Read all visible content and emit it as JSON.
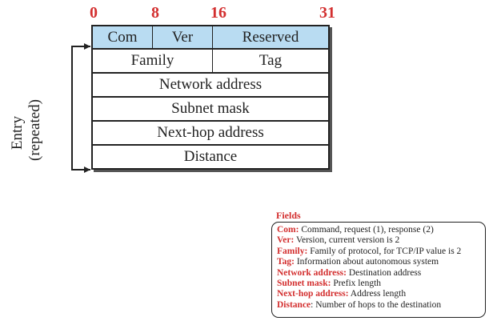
{
  "bit_positions": [
    "0",
    "8",
    "16",
    "31"
  ],
  "rows": {
    "header": {
      "com": "Com",
      "ver": "Ver",
      "reserved": "Reserved"
    },
    "family": "Family",
    "tag": "Tag",
    "network_address": "Network address",
    "subnet_mask": "Subnet mask",
    "next_hop_address": "Next-hop address",
    "distance": "Distance"
  },
  "entry_label": {
    "line1": "Entry",
    "line2": "(repeated)"
  },
  "fields": {
    "title": "Fields",
    "items": [
      {
        "key": "Com:",
        "desc": " Command, request (1), response (2)"
      },
      {
        "key": "Ver:",
        "desc": " Version, current version is 2"
      },
      {
        "key": "Family:",
        "desc": "  Family of protocol, for TCP/IP value is 2"
      },
      {
        "key": "Tag:",
        "desc": " Information about autonomous system"
      },
      {
        "key": "Network address:",
        "desc": " Destination address"
      },
      {
        "key": "Subnet mask:",
        "desc": " Prefix length"
      },
      {
        "key": "Next-hop address:",
        "desc": " Address length"
      },
      {
        "key": "Distance",
        "desc": ": Number of hops to the destination"
      }
    ]
  },
  "colors": {
    "accent": "#d32f2f",
    "header_fill": "#b9dcf2",
    "border": "#222222"
  }
}
